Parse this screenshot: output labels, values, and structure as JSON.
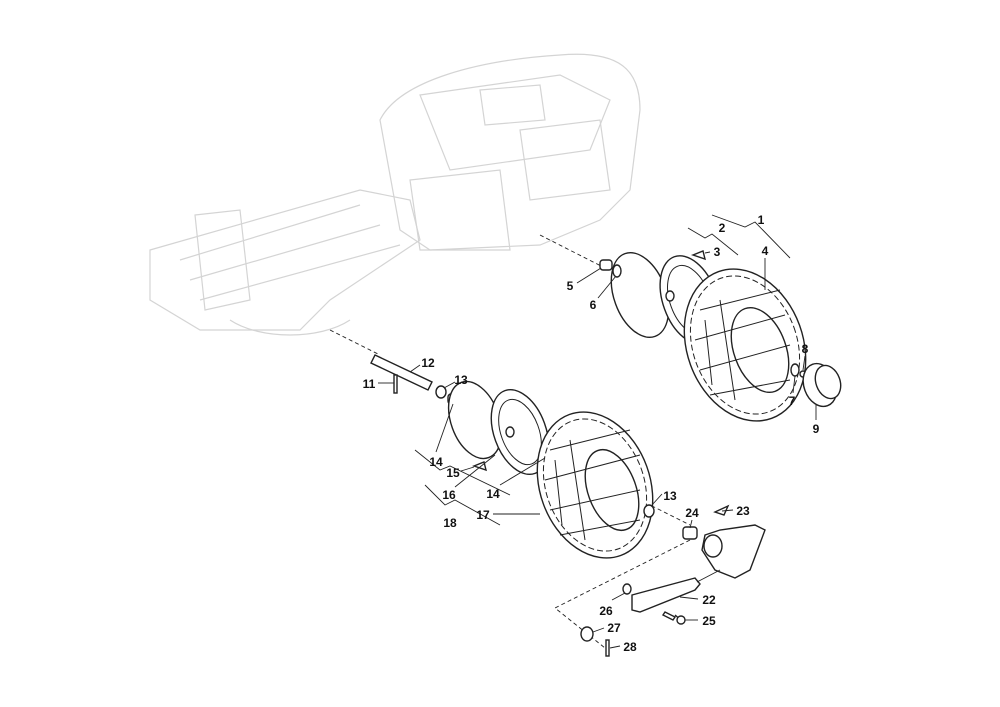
{
  "diagram": {
    "title": "Front wheels exploded parts diagram",
    "callouts": {
      "c1": "1",
      "c2": "2",
      "c3": "3",
      "c4": "4",
      "c5": "5",
      "c6": "6",
      "c7": "7",
      "c8": "8",
      "c9": "9",
      "c11": "11",
      "c12": "12",
      "c13a": "13",
      "c14a": "14",
      "c15": "15",
      "c16": "16",
      "c14b": "14",
      "c13b": "13",
      "c17": "17",
      "c18": "18",
      "c22": "22",
      "c23": "23",
      "c24": "24",
      "c25": "25",
      "c26": "26",
      "c27": "27",
      "c28": "28"
    }
  }
}
